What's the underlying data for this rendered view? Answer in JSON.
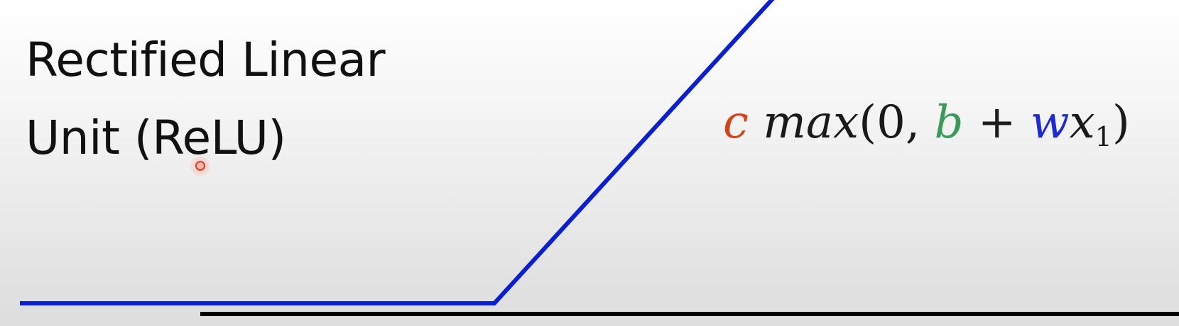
{
  "title": {
    "line1": "Rectified Linear",
    "line2": "Unit (ReLU)"
  },
  "formula": {
    "c": "c",
    "max": "max",
    "open": "(0,",
    "b": "b",
    "plus": "+",
    "w": "w",
    "x": "x",
    "subscript": "1",
    "close": ")"
  },
  "colors": {
    "relu_line": "#0a1ed2",
    "axis": "#000000",
    "c": "#d2431e",
    "b": "#3a9a5a",
    "w": "#1e2ad2",
    "text": "#111111"
  }
}
